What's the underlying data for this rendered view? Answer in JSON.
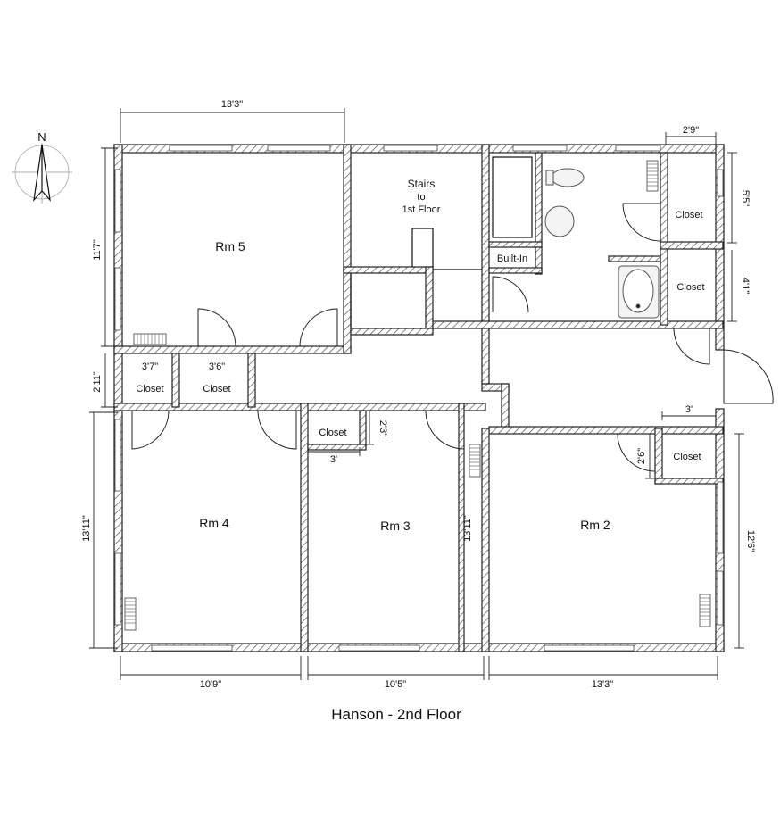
{
  "title": "Hanson - 2nd Floor",
  "compass": {
    "label": "N"
  },
  "rooms": {
    "rm5": "Rm 5",
    "rm4": "Rm 4",
    "rm3": "Rm 3",
    "rm2": "Rm 2",
    "stairs_1": "Stairs",
    "stairs_2": "to",
    "stairs_3": "1st Floor",
    "builtin": "Built-In",
    "closet_a": "Closet",
    "closet_b": "Closet",
    "closet_c": "Closet",
    "closet_d": "Closet",
    "closet_e": "Closet",
    "closet_f": "Closet"
  },
  "dimensions": {
    "rm5_width": "13'3\"",
    "rm5_height": "11'7\"",
    "closet_strip_height": "2'11\"",
    "closet_a_width": "3'7\"",
    "closet_b_width": "3'6\"",
    "bath_closet_width": "2'9\"",
    "bath_closet_upper": "5'5\"",
    "bath_closet_lower": "4'1\"",
    "rm4_height": "13'11\"",
    "rm3_height": "13'11\"",
    "rm2_height": "12'6\"",
    "rm3_closet_width": "3'",
    "rm3_closet_depth": "2'3\"",
    "rm2_closet_width": "3'",
    "rm2_closet_depth": "2'6\"",
    "rm4_width": "10'9\"",
    "rm3_width": "10'5\"",
    "rm2_width": "13'3\""
  }
}
